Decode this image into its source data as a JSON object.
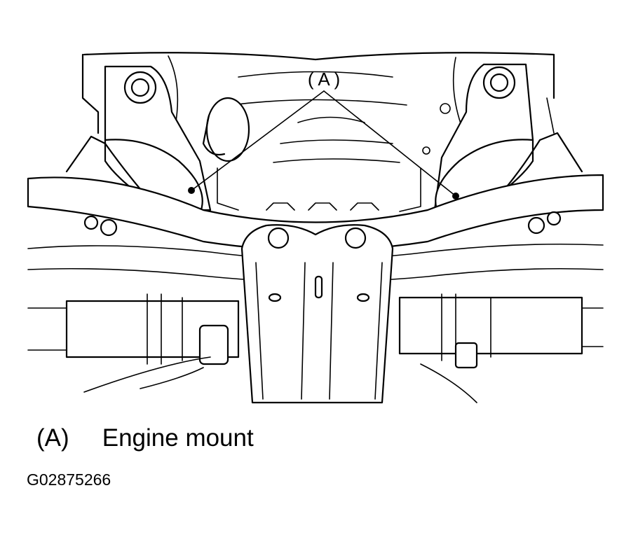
{
  "callout": {
    "label": "( A )"
  },
  "legend": {
    "key": "(A)",
    "text": "Engine mount"
  },
  "figure_id": "G02875266"
}
